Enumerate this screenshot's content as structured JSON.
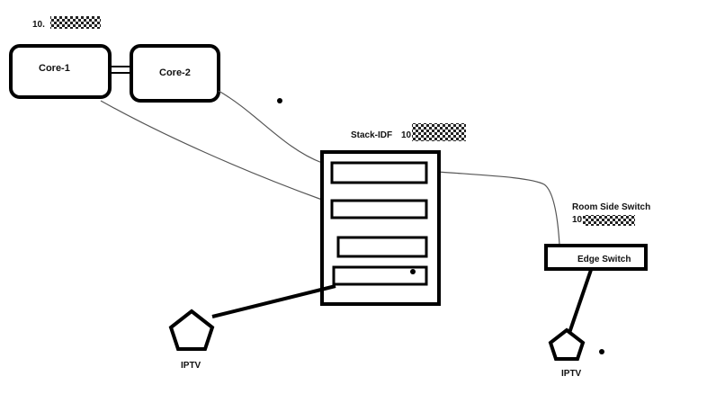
{
  "core1": {
    "label": "Core-1",
    "ip_visible": "10."
  },
  "core2": {
    "label": "Core-2"
  },
  "stack": {
    "label": "Stack-IDF",
    "ip_visible": "10"
  },
  "room_switch": {
    "caption": "Room Side Switch",
    "ip_visible": "10",
    "label": "Edge Switch"
  },
  "iptv_left": {
    "label": "IPTV"
  },
  "iptv_right": {
    "label": "IPTV"
  }
}
